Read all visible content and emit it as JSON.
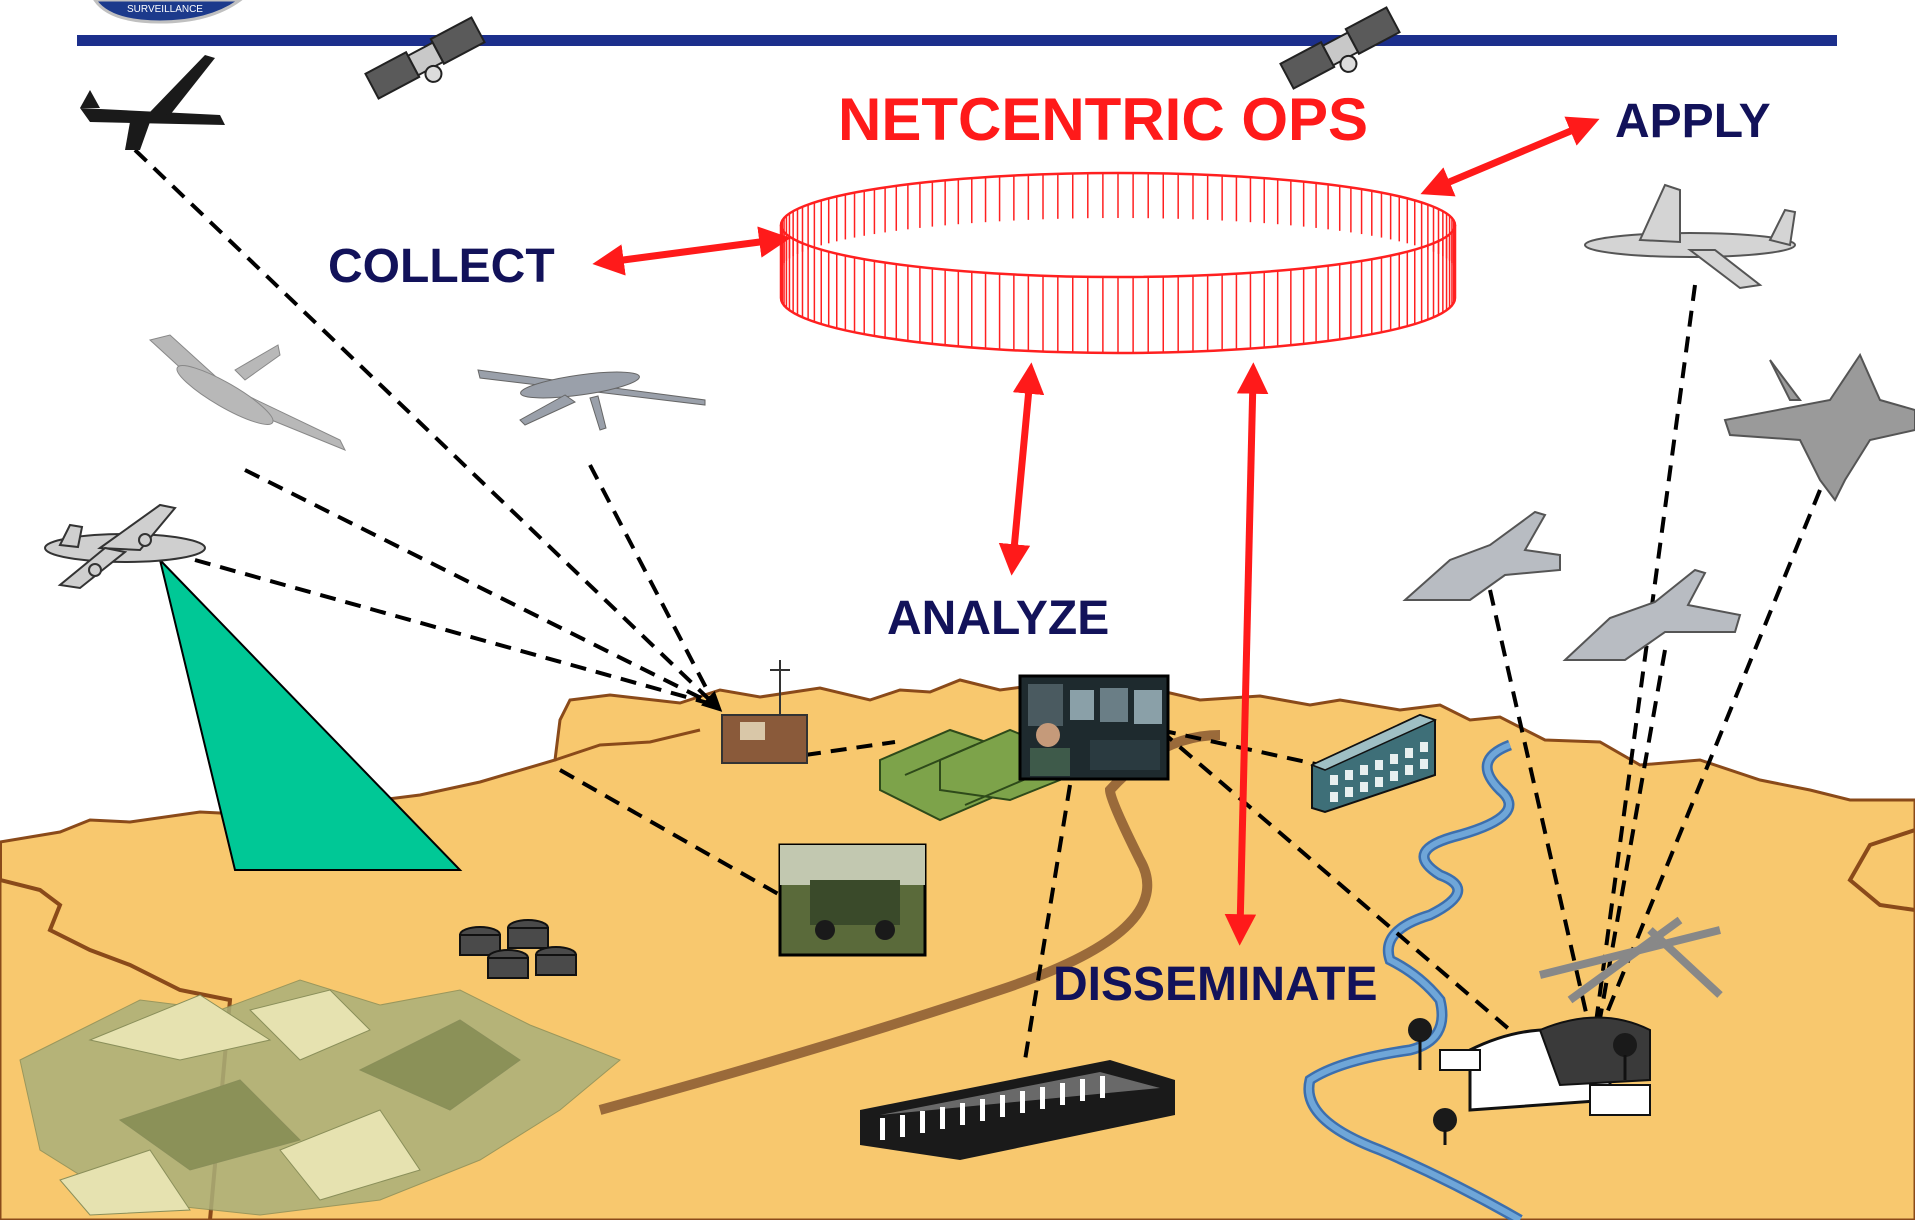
{
  "diagram": {
    "title": "NETCENTRIC OPS",
    "stages": {
      "collect": "COLLECT",
      "apply": "APPLY",
      "analyze": "ANALYZE",
      "disseminate": "DISSEMINATE"
    },
    "logo_text": "SURVEILLANCE"
  },
  "colors": {
    "title": "#ff1a1a",
    "stage_label": "#12125a",
    "header_rule": "#1c2f8c",
    "terrain": "#f8c86e",
    "terrain_edge": "#8a4a1a",
    "sensor_beam": "#00c896",
    "river": "#6fa6d8",
    "road": "#9a6a3a",
    "ring": "#ff2020",
    "link": "#000000"
  },
  "icons": [
    "u2-spyplane-icon",
    "satellite-icon",
    "global-hawk-uav-icon",
    "predator-uav-icon",
    "jstars-aircraft-icon",
    "ground-station-icon",
    "mobile-shelter-icon",
    "operations-center-photo",
    "office-building-icon",
    "humvee-photo",
    "fuel-tanks-icon",
    "headquarters-building-icon",
    "hangar-base-icon",
    "business-jet-icon",
    "f22-fighter-icon",
    "f16-fighter-icon",
    "airfield-runway-icon"
  ]
}
